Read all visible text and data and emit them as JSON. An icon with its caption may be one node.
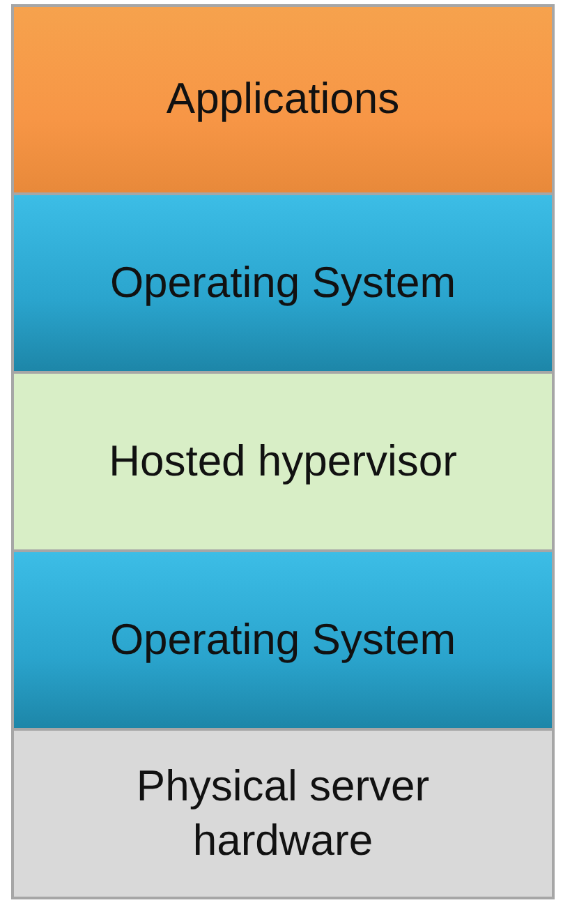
{
  "diagram": {
    "nodes": [
      {
        "text": [
          "Applications"
        ]
      },
      {
        "text": [
          "Operating System"
        ]
      },
      {
        "text": [
          "Hosted hypervisor"
        ]
      },
      {
        "text": [
          "Operating System"
        ]
      },
      {
        "text": [
          "Physical server hardware"
        ]
      }
    ]
  }
}
